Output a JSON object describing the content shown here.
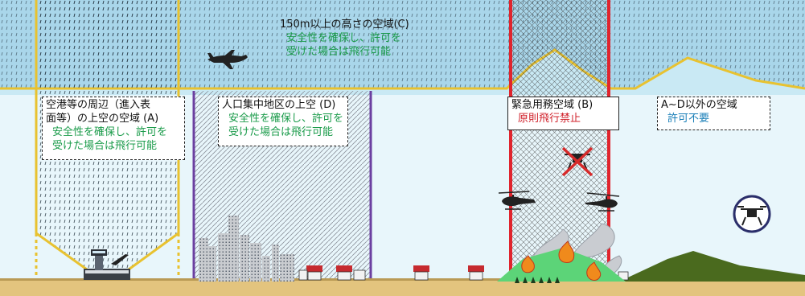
{
  "zones": {
    "upper": {
      "title": "150m以上の高さの空域(C)",
      "note_line1": "安全性を確保し、許可を",
      "note_line2": "受けた場合は飛行可能"
    },
    "airport": {
      "title_line1": "空港等の周辺（進入表",
      "title_line2": "面等）の上空の空域 (A)",
      "note_line1": "安全性を確保し、許可を",
      "note_line2": "受けた場合は飛行可能"
    },
    "dense": {
      "title": "人口集中地区の上空 (D)",
      "note_line1": "安全性を確保し、許可を",
      "note_line2": "受けた場合は飛行可能"
    },
    "emergency": {
      "title": "緊急用務空域 (B)",
      "note": "原則飛行禁止"
    },
    "other": {
      "title": "A~D以外の空域",
      "note": "許可不要"
    }
  },
  "colors": {
    "sky": "#c9e9f4",
    "upper_band": "#a8d4e8",
    "yellow_line": "#e8c230",
    "purple_line": "#6b3fa0",
    "red_line": "#e0242d",
    "ground": "#e0c07a",
    "hill": "#4a6a1e",
    "note_green": "#1a9b4a",
    "note_red": "#d0202a",
    "note_blue": "#1a7fb8"
  },
  "icons": [
    "airplane-icon",
    "airport-control-tower-icon",
    "helicopter-icon",
    "drone-crossed-icon",
    "drone-allowed-icon",
    "fire-icon",
    "house-icon",
    "building-icon"
  ]
}
